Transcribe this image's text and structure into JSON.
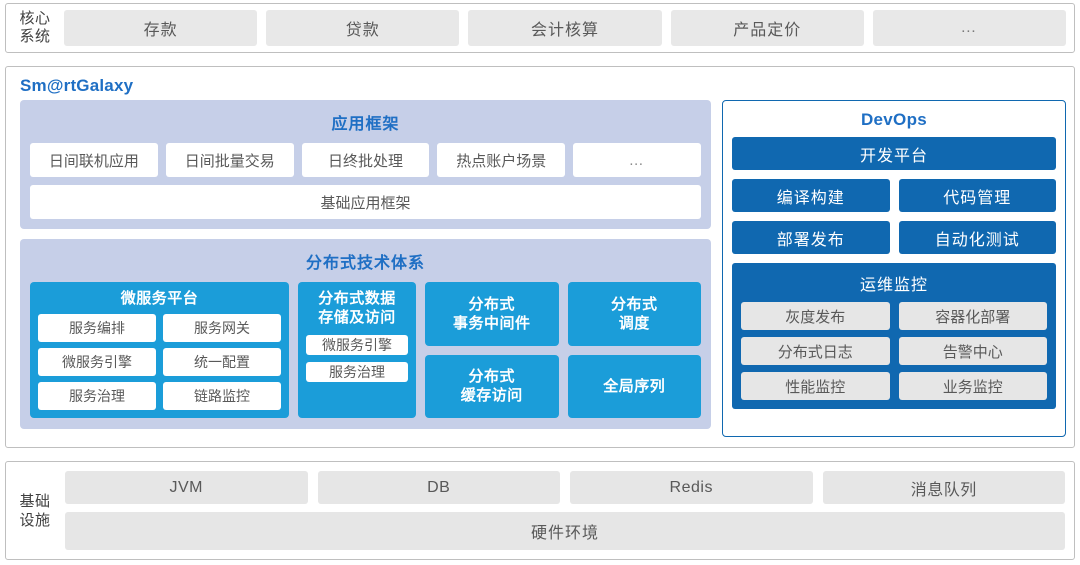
{
  "core_system": {
    "label": "核心\n系统",
    "label_line1": "核心",
    "label_line2": "系统",
    "tabs": [
      {
        "label": "存款"
      },
      {
        "label": "贷款"
      },
      {
        "label": "会计核算"
      },
      {
        "label": "产品定价"
      },
      {
        "label": "…"
      }
    ]
  },
  "galaxy": {
    "title": "Sm@rtGalaxy",
    "app_framework": {
      "title": "应用框架",
      "chips": [
        {
          "label": "日间联机应用"
        },
        {
          "label": "日间批量交易"
        },
        {
          "label": "日终批处理"
        },
        {
          "label": "热点账户场景"
        },
        {
          "label": "…"
        }
      ],
      "base": "基础应用框架"
    },
    "distributed": {
      "title": "分布式技术体系",
      "microservice": {
        "title": "微服务平台",
        "chips": [
          "服务编排",
          "服务网关",
          "微服务引擎",
          "统一配置",
          "服务治理",
          "链路监控"
        ]
      },
      "data_store": {
        "title_line1": "分布式数据",
        "title_line2": "存储及访问",
        "chips": [
          "微服务引擎",
          "服务治理"
        ]
      },
      "cells": [
        {
          "line1": "分布式",
          "line2": "事务中间件"
        },
        {
          "line1": "分布式",
          "line2": "调度"
        },
        {
          "line1": "分布式",
          "line2": "缓存访问"
        },
        {
          "line1": "全局序列",
          "line2": ""
        }
      ]
    }
  },
  "devops": {
    "title": "DevOps",
    "platform": "开发平台",
    "row1": [
      "编译构建",
      "代码管理"
    ],
    "row2": [
      "部署发布",
      "自动化测试"
    ],
    "monitor": {
      "title": "运维监控",
      "chips": [
        [
          "灰度发布",
          "容器化部署"
        ],
        [
          "分布式日志",
          "告警中心"
        ],
        [
          "性能监控",
          "业务监控"
        ]
      ]
    }
  },
  "infrastructure": {
    "label_line1": "基础",
    "label_line2": "设施",
    "chips": [
      "JVM",
      "DB",
      "Redis",
      "消息队列"
    ],
    "hardware": "硬件环境"
  },
  "colors": {
    "accent_blue": "#1f6fc4",
    "devops_blue": "#1068b0",
    "cyan": "#1b9dd9",
    "lavender": "#c6cfe8",
    "gray_chip": "#e6e6e6",
    "border_gray": "#bfbfbf"
  }
}
